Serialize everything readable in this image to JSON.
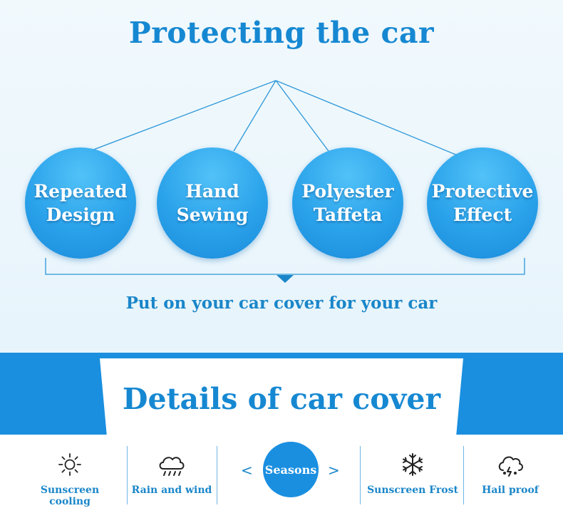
{
  "header": {
    "title": "Protecting the car"
  },
  "features": [
    {
      "line1": "Repeated",
      "line2": "Design"
    },
    {
      "line1": "Hand",
      "line2": "Sewing"
    },
    {
      "line1": "Polyester",
      "line2": "Taffeta"
    },
    {
      "line1": "Protective",
      "line2": "Effect"
    }
  ],
  "tagline": "Put on your car cover for your car",
  "details": {
    "title": "Details of car cover"
  },
  "seasons": {
    "center_label": "Seasons",
    "prev_arrow": "<",
    "next_arrow": ">",
    "items": [
      {
        "label": "Sunscreen cooling",
        "icon": "sun-icon"
      },
      {
        "label": "Rain and wind",
        "icon": "rain-cloud-icon"
      },
      {
        "label": "Sunscreen Frost",
        "icon": "snowflake-icon"
      },
      {
        "label": "Hail proof",
        "icon": "hail-cloud-icon"
      }
    ]
  },
  "colors": {
    "accent": "#1a8fe0",
    "text": "#1688d2"
  }
}
